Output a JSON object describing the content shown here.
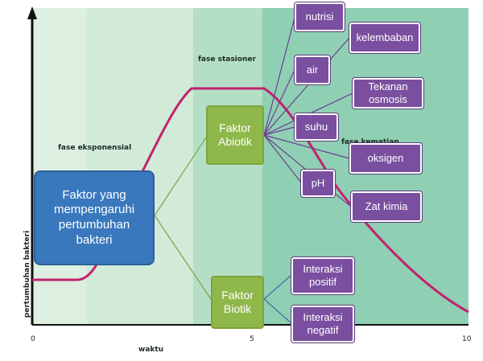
{
  "chart_data": {
    "type": "line",
    "xlabel": "waktu",
    "ylabel": "pertumbuhan bakteri",
    "x_ticks": [
      "0",
      "5",
      "10"
    ],
    "phases": [
      "fase eksponensial",
      "fase stasioner",
      "fase kematian"
    ]
  },
  "central": {
    "label": "Faktor yang\nmempengaruhi\npertumbuhan\nbakteri"
  },
  "abiotic": {
    "label": "Faktor\nAbiotik",
    "items": [
      "nutrisi",
      "kelembaban",
      "air",
      "Tekanan\nosmosis",
      "suhu",
      "oksigen",
      "pH",
      "Zat kimia"
    ]
  },
  "biotic": {
    "label": "Faktor\nBiotik",
    "items": [
      "Interaksi\npositif",
      "Interaksi\nnegatif"
    ]
  },
  "colors": {
    "central_box": "#3a78bd",
    "factor_box": "#8fb84a",
    "item_box": "#7a4fa0",
    "growth_curve": "#c2226d"
  }
}
